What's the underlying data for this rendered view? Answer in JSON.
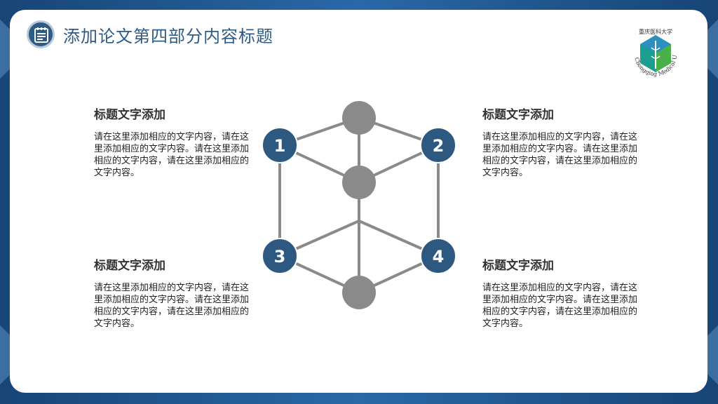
{
  "header": {
    "title": "添加论文第四部分内容标题",
    "icon": "document-list-icon"
  },
  "logo": {
    "icon": "university-caduceus-logo",
    "text": "Chongqing Medical University",
    "cn_text": "重庆医科大学"
  },
  "colors": {
    "accent": "#2e5a86",
    "node_blue": "#2d5880",
    "node_gray": "#8a8a8a",
    "frame": "#1d4f86"
  },
  "items": [
    {
      "number": "1",
      "title": "标题文字添加",
      "body": "请在这里添加相应的文字内容，请在这里添加相应的文字内容。请在这里添加相应的文字内容，请在这里添加相应的文字内容。"
    },
    {
      "number": "2",
      "title": "标题文字添加",
      "body": "请在这里添加相应的文字内容，请在这里添加相应的文字内容。请在这里添加相应的文字内容，请在这里添加相应的文字内容。"
    },
    {
      "number": "3",
      "title": "标题文字添加",
      "body": "请在这里添加相应的文字内容，请在这里添加相应的文字内容。请在这里添加相应的文字内容，请在这里添加相应的文字内容。"
    },
    {
      "number": "4",
      "title": "标题文字添加",
      "body": "请在这里添加相应的文字内容，请在这里添加相应的文字内容。请在这里添加相应的文字内容，请在这里添加相应的文字内容。"
    }
  ]
}
